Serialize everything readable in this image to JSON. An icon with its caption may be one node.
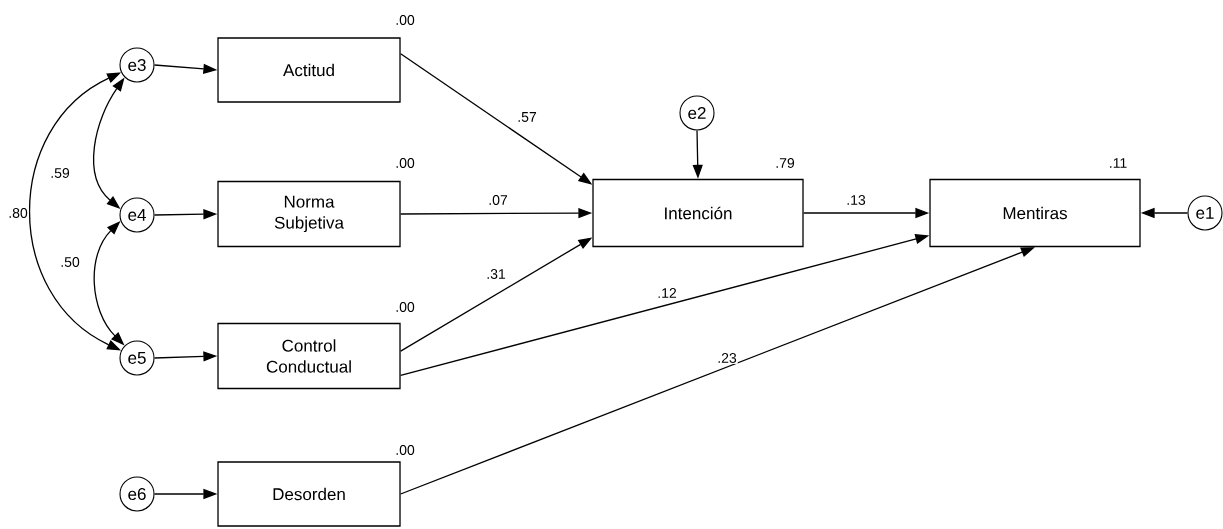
{
  "diagram": {
    "nodes": [
      {
        "text": [
          "Actitud"
        ],
        "beside": [
          ".00"
        ]
      },
      {
        "text": [
          "Norma Subjetiva"
        ],
        "beside": [
          ".00"
        ]
      },
      {
        "text": [
          "Control Conductual"
        ],
        "beside": [
          ".00"
        ]
      },
      {
        "text": [
          "Desorden"
        ],
        "beside": [
          ".00"
        ]
      },
      {
        "text": [
          "Intención"
        ],
        "beside": [
          ".79"
        ]
      },
      {
        "text": [
          "Mentiras"
        ],
        "beside": [
          ".11"
        ]
      },
      {
        "text": [
          "e1"
        ]
      },
      {
        "text": [
          "e2"
        ]
      },
      {
        "text": [
          "e3"
        ]
      },
      {
        "text": [
          "e4"
        ]
      },
      {
        "text": [
          "e5"
        ]
      },
      {
        "text": [
          "e6"
        ]
      }
    ],
    "edges": [
      {
        "from": 8,
        "to": 0,
        "arrow": "to"
      },
      {
        "from": 9,
        "to": 1,
        "arrow": "to"
      },
      {
        "from": 10,
        "to": 2,
        "arrow": "to"
      },
      {
        "from": 11,
        "to": 3,
        "arrow": "to"
      },
      {
        "from": 7,
        "to": 4,
        "arrow": "to"
      },
      {
        "from": 6,
        "to": 5,
        "arrow": "to"
      },
      {
        "from": 0,
        "to": 4,
        "arrow": "to",
        "label": ".57"
      },
      {
        "from": 1,
        "to": 4,
        "arrow": "to",
        "label": ".07"
      },
      {
        "from": 2,
        "to": 4,
        "arrow": "to",
        "label": ".31"
      },
      {
        "from": 4,
        "to": 5,
        "arrow": "to",
        "label": ".13"
      },
      {
        "from": 2,
        "to": 5,
        "arrow": "to",
        "label": ".12"
      },
      {
        "from": 3,
        "to": 5,
        "arrow": "to",
        "label": ".23"
      },
      {
        "from": 8,
        "to": 9,
        "arrow": "both",
        "label": ".59"
      },
      {
        "from": 9,
        "to": 10,
        "arrow": "both",
        "label": ".50"
      },
      {
        "from": 8,
        "to": 10,
        "arrow": "both",
        "label": ".80"
      }
    ]
  }
}
